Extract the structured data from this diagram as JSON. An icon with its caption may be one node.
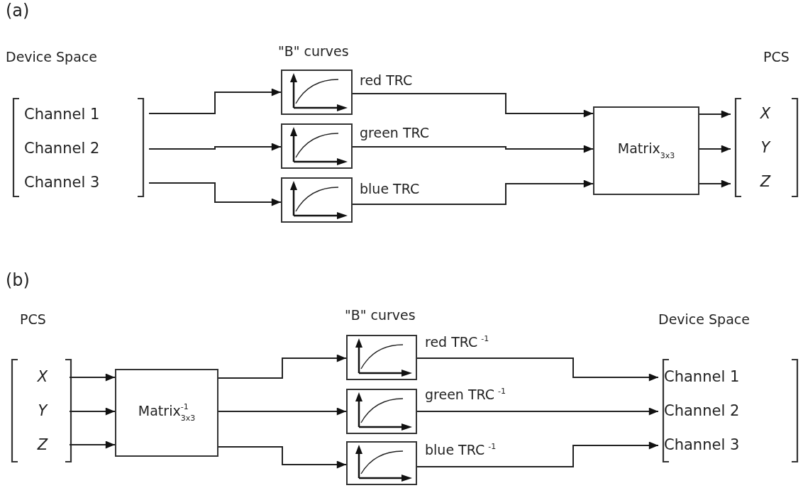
{
  "diagram": {
    "nodes": [
      {
        "text": [
          "Channel 1"
        ]
      },
      {
        "text": [
          "Channel 2"
        ]
      },
      {
        "text": [
          "Channel 3"
        ]
      },
      {
        "text": [],
        "shape": "picture"
      },
      {
        "text": [],
        "shape": "picture"
      },
      {
        "text": [],
        "shape": "picture"
      },
      {
        "text": [
          "Matrix$_{3x3}$"
        ]
      },
      {
        "text": [
          "X"
        ]
      },
      {
        "text": [
          "Y"
        ]
      },
      {
        "text": [
          "Z"
        ]
      },
      {
        "text": [
          "X"
        ]
      },
      {
        "text": [
          "Y"
        ]
      },
      {
        "text": [
          "Z"
        ]
      },
      {
        "text": [
          "Matrix$^{-1}$$_{3x3}$"
        ]
      },
      {
        "text": [],
        "shape": "picture"
      },
      {
        "text": [],
        "shape": "picture"
      },
      {
        "text": [],
        "shape": "picture"
      },
      {
        "text": [
          "Channel 1"
        ]
      },
      {
        "text": [
          "Channel 2"
        ]
      },
      {
        "text": [
          "Channel 3"
        ]
      }
    ],
    "edges": [
      {
        "from": 0,
        "to": 3,
        "arrow": "to"
      },
      {
        "from": 1,
        "to": 4,
        "arrow": "to"
      },
      {
        "from": 2,
        "to": 5,
        "arrow": "to"
      },
      {
        "from": 3,
        "to": 6,
        "arrow": "to",
        "label": "red TRC"
      },
      {
        "from": 4,
        "to": 6,
        "arrow": "to",
        "label": "green TRC"
      },
      {
        "from": 5,
        "to": 6,
        "arrow": "to",
        "label": "blue TRC"
      },
      {
        "from": 6,
        "to": 7,
        "arrow": "to"
      },
      {
        "from": 6,
        "to": 8,
        "arrow": "to"
      },
      {
        "from": 6,
        "to": 9,
        "arrow": "to"
      },
      {
        "from": 10,
        "to": 13,
        "arrow": "to"
      },
      {
        "from": 11,
        "to": 13,
        "arrow": "to"
      },
      {
        "from": 12,
        "to": 13,
        "arrow": "to"
      },
      {
        "from": 13,
        "to": 14,
        "arrow": "to"
      },
      {
        "from": 13,
        "to": 15,
        "arrow": "to"
      },
      {
        "from": 13,
        "to": 16,
        "arrow": "to"
      },
      {
        "from": 14,
        "to": 17,
        "arrow": "to",
        "label": "red TRC$^{-1}$"
      },
      {
        "from": 15,
        "to": 18,
        "arrow": "to",
        "label": "green TRC$^{-1}$"
      },
      {
        "from": 16,
        "to": 19,
        "arrow": "to",
        "label": "blue TRC$^{-1}$"
      }
    ],
    "labels": [
      "(a)",
      "Device Space",
      "\"B\" curves",
      "PCS",
      "(b)",
      "PCS",
      "\"B\" curves",
      "Device Space"
    ]
  }
}
